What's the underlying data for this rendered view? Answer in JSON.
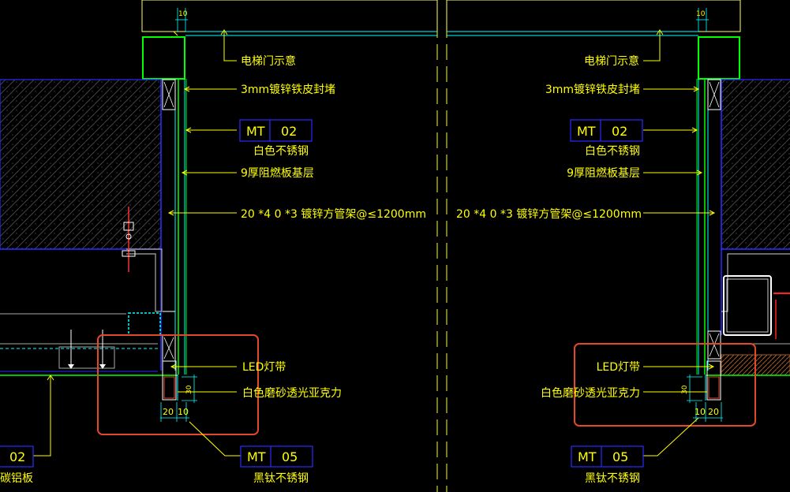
{
  "colors": {
    "background": "#000000",
    "label": "#ffff00",
    "cyan": "#00ffff",
    "green": "#00ff00",
    "wall": "#2a2aff",
    "white": "#ffffff",
    "highlight": "#e2492a",
    "red": "#ff2020",
    "hatch": "#505050",
    "brown": "#a05a2a",
    "gray": "#aaaaaa"
  },
  "dimensions": {
    "top_gap_left": "10",
    "top_gap_right": "10",
    "led_height_left": "30",
    "led_height_right": "30",
    "bottom_left_a": "20",
    "bottom_left_b": "10",
    "bottom_right_a": "10",
    "bottom_right_b": "20"
  },
  "left_labels": {
    "elevator_door": "电梯门示意",
    "sealing": "3mm镀锌铁皮封堵",
    "mt02_tag": "MT",
    "mt02_num": "02",
    "mt02_desc": "白色不锈钢",
    "fireproof": "9厚阻燃板基层",
    "frame": "20 *4 0 *3 镀锌方管架@≤1200mm",
    "led": "LED灯带",
    "acrylic": "白色磨砂透光亚克力",
    "mt05_tag": "MT",
    "mt05_num": "05",
    "mt05_desc": "黑钛不锈钢",
    "edge_num": "02",
    "edge_desc": "氟碳铝板"
  },
  "right_labels": {
    "elevator_door": "电梯门示意",
    "sealing": "3mm镀锌铁皮封堵",
    "mt02_tag": "MT",
    "mt02_num": "02",
    "mt02_desc": "白色不锈钢",
    "fireproof": "9厚阻燃板基层",
    "frame": "20 *4 0 *3 镀锌方管架@≤1200mm",
    "led": "LED灯带",
    "acrylic": "白色磨砂透光亚克力",
    "mt05_tag": "MT",
    "mt05_num": "05",
    "mt05_desc": "黑钛不锈钢"
  }
}
